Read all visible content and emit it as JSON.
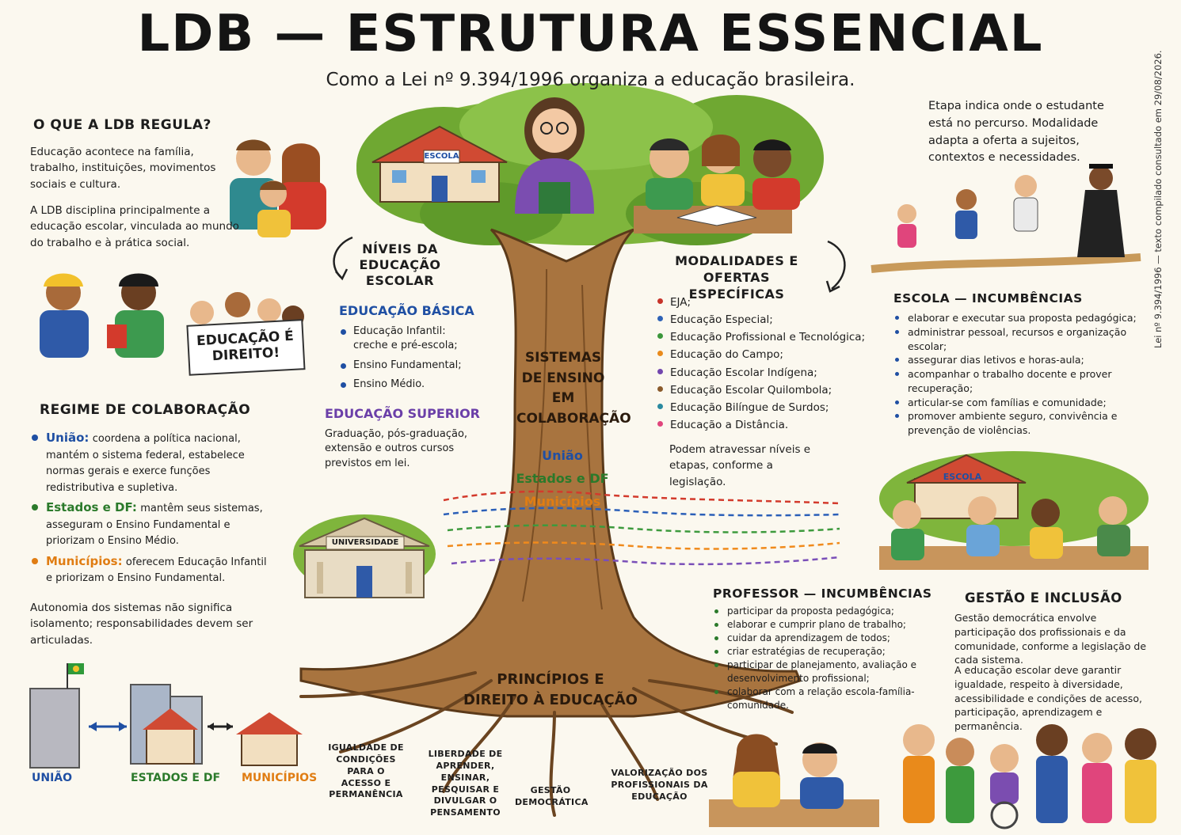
{
  "header": {
    "title": "LDB — ESTRUTURA ESSENCIAL",
    "subtitle": "Como a Lei nº 9.394/1996 organiza a educação brasileira.",
    "side_note": "Lei nº 9.394/1996 — texto compilado consultado em 29/08/2026."
  },
  "regula": {
    "heading": "O QUE A LDB REGULA?",
    "p1": "Educação acontece na família, trabalho, instituições, movimentos sociais e cultura.",
    "p2": "A LDB disciplina principalmente a educação escolar, vinculada ao mundo do trabalho e à prática social.",
    "banner": "EDUCAÇÃO É DIREITO!"
  },
  "regime": {
    "heading": "REGIME DE COLABORAÇÃO",
    "items": [
      {
        "name": "União:",
        "text": "coordena a política nacional, mantém o sistema federal, estabelece normas gerais e exerce funções redistributiva e supletiva.",
        "color": "#1f4fa3"
      },
      {
        "name": "Estados e DF:",
        "text": "mantêm seus sistemas, asseguram o Ensino Fundamental e priorizam o Ensino Médio.",
        "color": "#2b7a2b"
      },
      {
        "name": "Municípios:",
        "text": "oferecem Educação Infantil e priorizam o Ensino Fundamental.",
        "color": "#e07d13"
      }
    ],
    "note": "Autonomia dos sistemas não significa isolamento; responsabilidades devem ser articuladas.",
    "buildings": [
      "UNIÃO",
      "ESTADOS E DF",
      "MUNICÍPIOS"
    ]
  },
  "niveis": {
    "heading": "NÍVEIS DA EDUCAÇÃO ESCOLAR",
    "basica_title": "EDUCAÇÃO BÁSICA",
    "basica_items": [
      "Educação Infantil: creche e pré-escola;",
      "Ensino Fundamental;",
      "Ensino Médio."
    ],
    "superior_title": "EDUCAÇÃO SUPERIOR",
    "superior_text": "Graduação, pós-graduação, extensão e outros cursos previstos em lei.",
    "universidade_sign": "UNIVERSIDADE"
  },
  "tree": {
    "school_sign": "ESCOLA",
    "trunk_title": "SISTEMAS DE ENSINO EM COLABORAÇÃO",
    "trunk_items": [
      {
        "label": "União",
        "color": "#1f4fa3"
      },
      {
        "label": "Estados e DF",
        "color": "#2b7a2b"
      },
      {
        "label": "Municípios",
        "color": "#e07d13"
      }
    ],
    "roots_title": "PRINCÍPIOS E DIREITO À EDUCAÇÃO",
    "arrow_colors": [
      "#d33a2c",
      "#2b5fb8",
      "#3d9a3d",
      "#f08a1c",
      "#7a4fb8"
    ]
  },
  "roots": [
    "IGUALDADE DE CONDIÇÕES PARA O ACESSO E PERMANÊNCIA",
    "LIBERDADE DE APRENDER, ENSINAR, PESQUISAR E DIVULGAR O PENSAMENTO",
    "GESTÃO DEMOCRÁTICA",
    "VALORIZAÇÃO DOS PROFISSIONAIS DA EDUCAÇÃO"
  ],
  "modalidades": {
    "heading": "MODALIDADES E OFERTAS ESPECÍFICAS",
    "items": [
      {
        "label": "EJA;",
        "color": "#c7332a"
      },
      {
        "label": "Educação Especial;",
        "color": "#2e62b6"
      },
      {
        "label": "Educação Profissional e Tecnológica;",
        "color": "#3b963b"
      },
      {
        "label": "Educação do Campo;",
        "color": "#e98a1b"
      },
      {
        "label": "Educação Escolar Indígena;",
        "color": "#7246ae"
      },
      {
        "label": "Educação Escolar Quilombola;",
        "color": "#8a5a2b"
      },
      {
        "label": "Educação Bilíngue de Surdos;",
        "color": "#2a8aa0"
      },
      {
        "label": "Educação a Distância.",
        "color": "#e0457c"
      }
    ],
    "note": "Podem atravessar níveis e etapas, conforme a legislação."
  },
  "etapa": {
    "text": "Etapa indica onde o estudante está no percurso. Modalidade adapta a oferta a sujeitos, contextos e necessidades."
  },
  "escola": {
    "heading": "ESCOLA — INCUMBÊNCIAS",
    "items": [
      "elaborar e executar sua proposta pedagógica;",
      "administrar pessoal, recursos e organização escolar;",
      "assegurar dias letivos e horas-aula;",
      "acompanhar o trabalho docente e prover recuperação;",
      "articular-se com famílias e comunidade;",
      "promover ambiente seguro, convivência e prevenção de violências."
    ],
    "sign": "ESCOLA"
  },
  "professor": {
    "heading": "PROFESSOR — INCUMBÊNCIAS",
    "items": [
      "participar da proposta pedagógica;",
      "elaborar e cumprir plano de trabalho;",
      "cuidar da aprendizagem de todos;",
      "criar estratégias de recuperação;",
      "participar de planejamento, avaliação e desenvolvimento profissional;",
      "colaborar com a relação escola-família-comunidade."
    ]
  },
  "gestao": {
    "heading": "GESTÃO E INCLUSÃO",
    "p1": "Gestão democrática envolve participação dos profissionais e da comunidade, conforme a legislação de cada sistema.",
    "p2": "A educação escolar deve garantir igualdade, respeito à diversidade, acessibilidade e condições de acesso, participação, aprendizagem e permanência."
  }
}
